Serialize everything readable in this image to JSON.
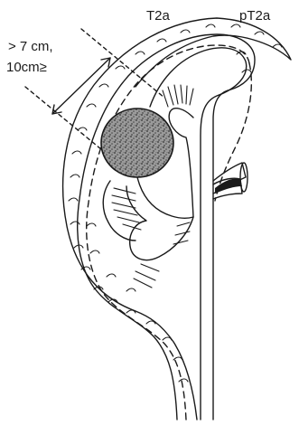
{
  "labels": {
    "t2a": "T2a",
    "pt2a": "pT2a",
    "size_line1": "> 7 cm,",
    "size_line2": "10cm≥"
  },
  "colors": {
    "ink": "#1a1a1a",
    "tumor_fill": "#8a8a8a",
    "background": "#ffffff"
  }
}
